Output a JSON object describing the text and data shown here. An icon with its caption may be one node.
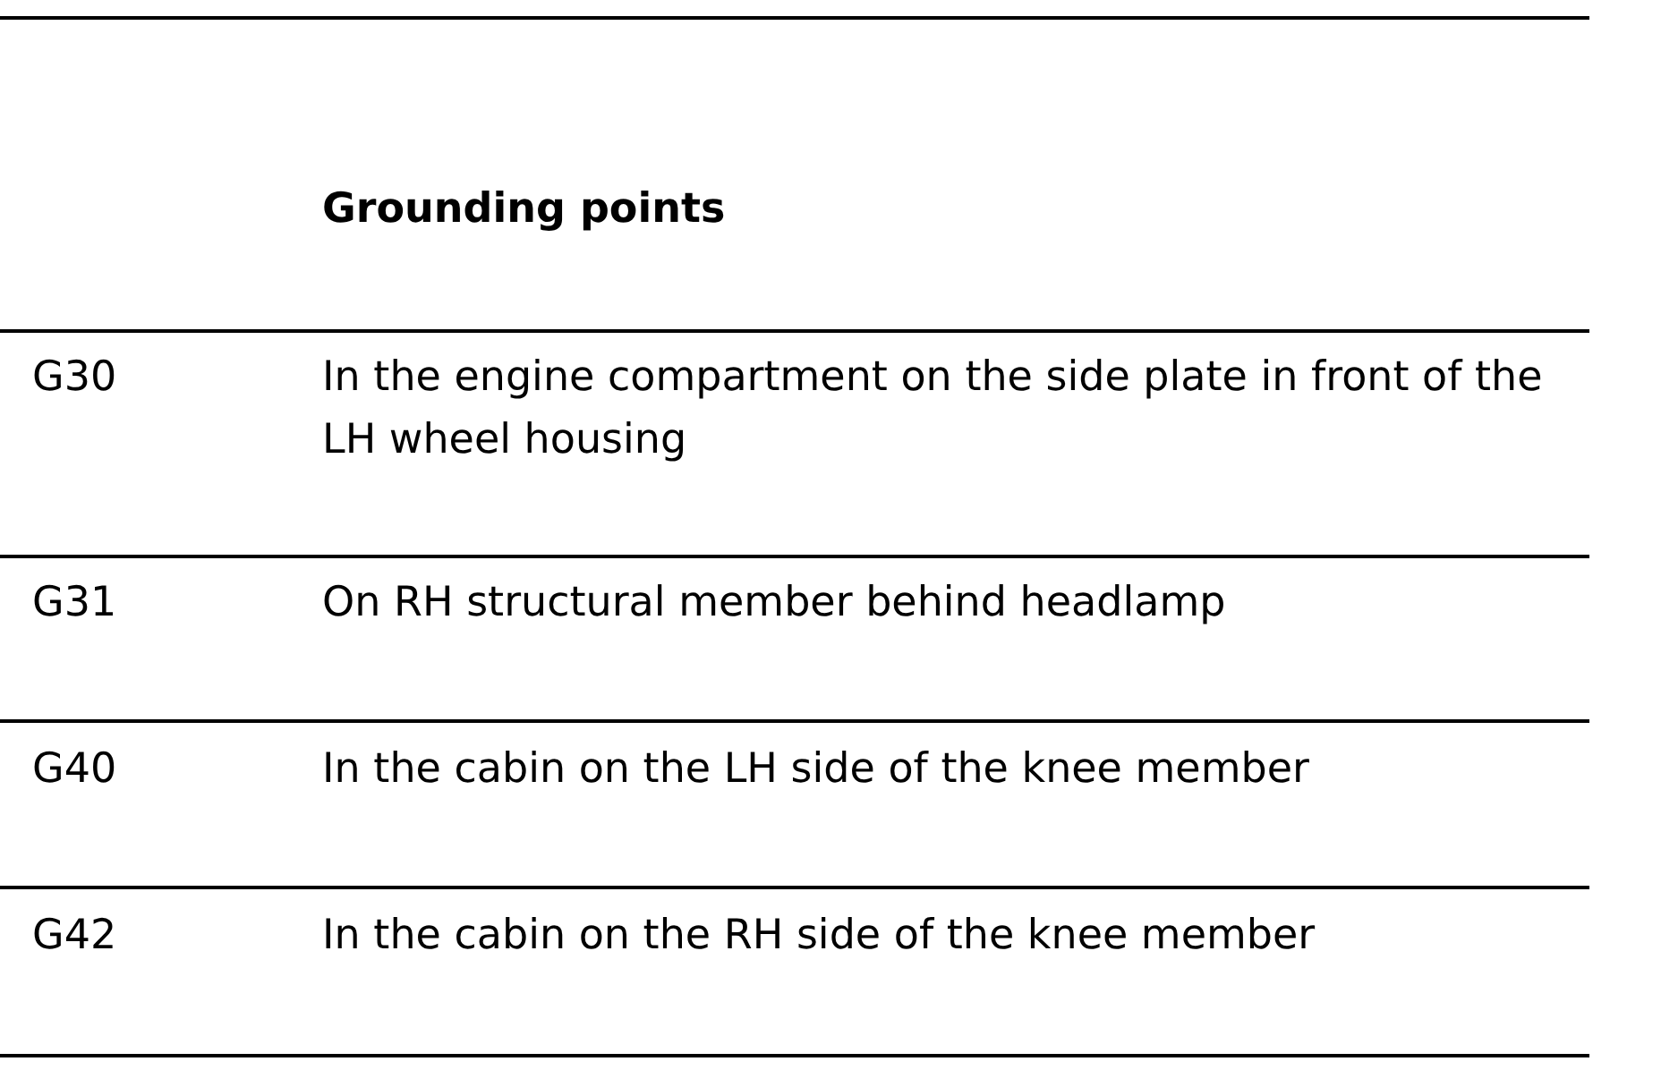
{
  "diagram": {
    "labels": [
      "Grounding points",
      "G30",
      "In the engine compartment on the side plate in front of the LH wheel housing",
      "G31",
      "On RH structural member behind headlamp",
      "G40",
      "In the cabin on the LH side of the knee member",
      "G42",
      "In the cabin on the RH side of the knee member"
    ]
  }
}
